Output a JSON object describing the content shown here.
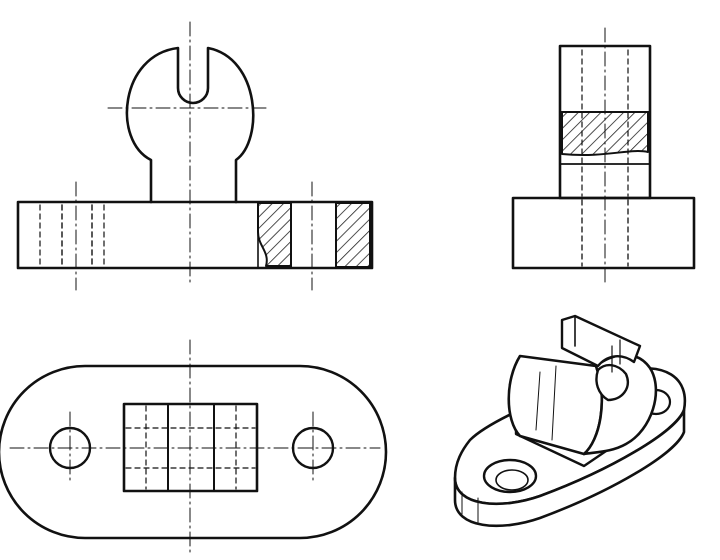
{
  "drawing": {
    "ink_color": "#111111",
    "paper_color": "#ffffff",
    "hatch_color": "#222222",
    "views": [
      {
        "id": "front",
        "kind": "section-view"
      },
      {
        "id": "side",
        "kind": "section-view"
      },
      {
        "id": "top",
        "kind": "plan-view"
      },
      {
        "id": "iso",
        "kind": "axonometric-view"
      }
    ]
  }
}
